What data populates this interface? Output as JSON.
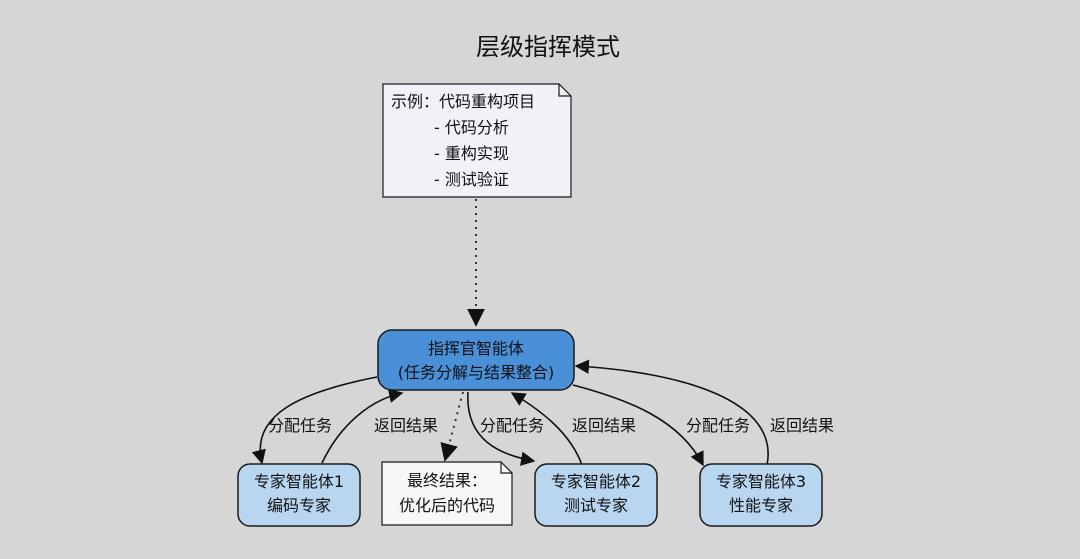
{
  "title": "层级指挥模式",
  "example_note": {
    "heading": "示例：代码重构项目",
    "items": [
      "- 代码分析",
      "- 重构实现",
      "- 测试验证"
    ]
  },
  "commander": {
    "line1": "指挥官智能体",
    "line2": "(任务分解与结果整合)"
  },
  "experts": [
    {
      "line1": "专家智能体1",
      "line2": "编码专家"
    },
    {
      "line1": "专家智能体2",
      "line2": "测试专家"
    },
    {
      "line1": "专家智能体3",
      "line2": "性能专家"
    }
  ],
  "result_note": {
    "line1": "最终结果：",
    "line2": "优化后的代码"
  },
  "edge_labels": {
    "assign": "分配任务",
    "return": "返回结果"
  },
  "colors": {
    "background": "#d6d6d6",
    "commander_fill": "#4a90d9",
    "expert_fill": "#b9d6f0",
    "node_stroke": "#1a1a1a",
    "note_fill": "#f3f0f7"
  }
}
